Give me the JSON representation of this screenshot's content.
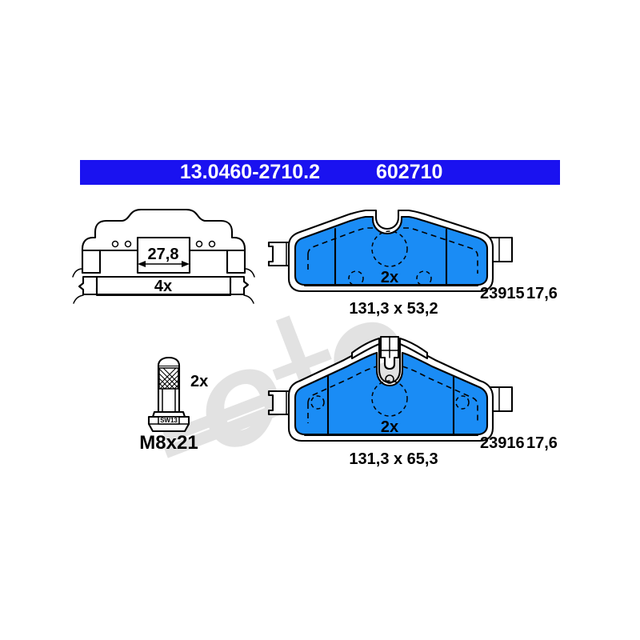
{
  "document": {
    "type": "technical-product-diagram",
    "brand_watermark": "ate"
  },
  "header": {
    "part_number": "13.0460-2710.2",
    "reference_number": "602710",
    "background_color": "#1a12f0",
    "text_color": "#ffffff"
  },
  "accessories": {
    "clip": {
      "name": "spring-clip",
      "dimension_label": "27,8",
      "quantity_label": "4x"
    },
    "bolt": {
      "name": "guide-bolt",
      "quantity_label": "2x",
      "size_label": "M8x21",
      "head_marking": "SW13"
    }
  },
  "pads": [
    {
      "id": "upper",
      "quantity_label": "2x",
      "dimension_label": "131,3 x 53,2",
      "wva_number": "23915",
      "thickness": "17,6",
      "color": "#1a8cf5"
    },
    {
      "id": "lower",
      "quantity_label": "2x",
      "dimension_label": "131,3 x 65,3",
      "wva_number": "23916",
      "thickness": "17,6",
      "color": "#1a8cf5"
    }
  ]
}
